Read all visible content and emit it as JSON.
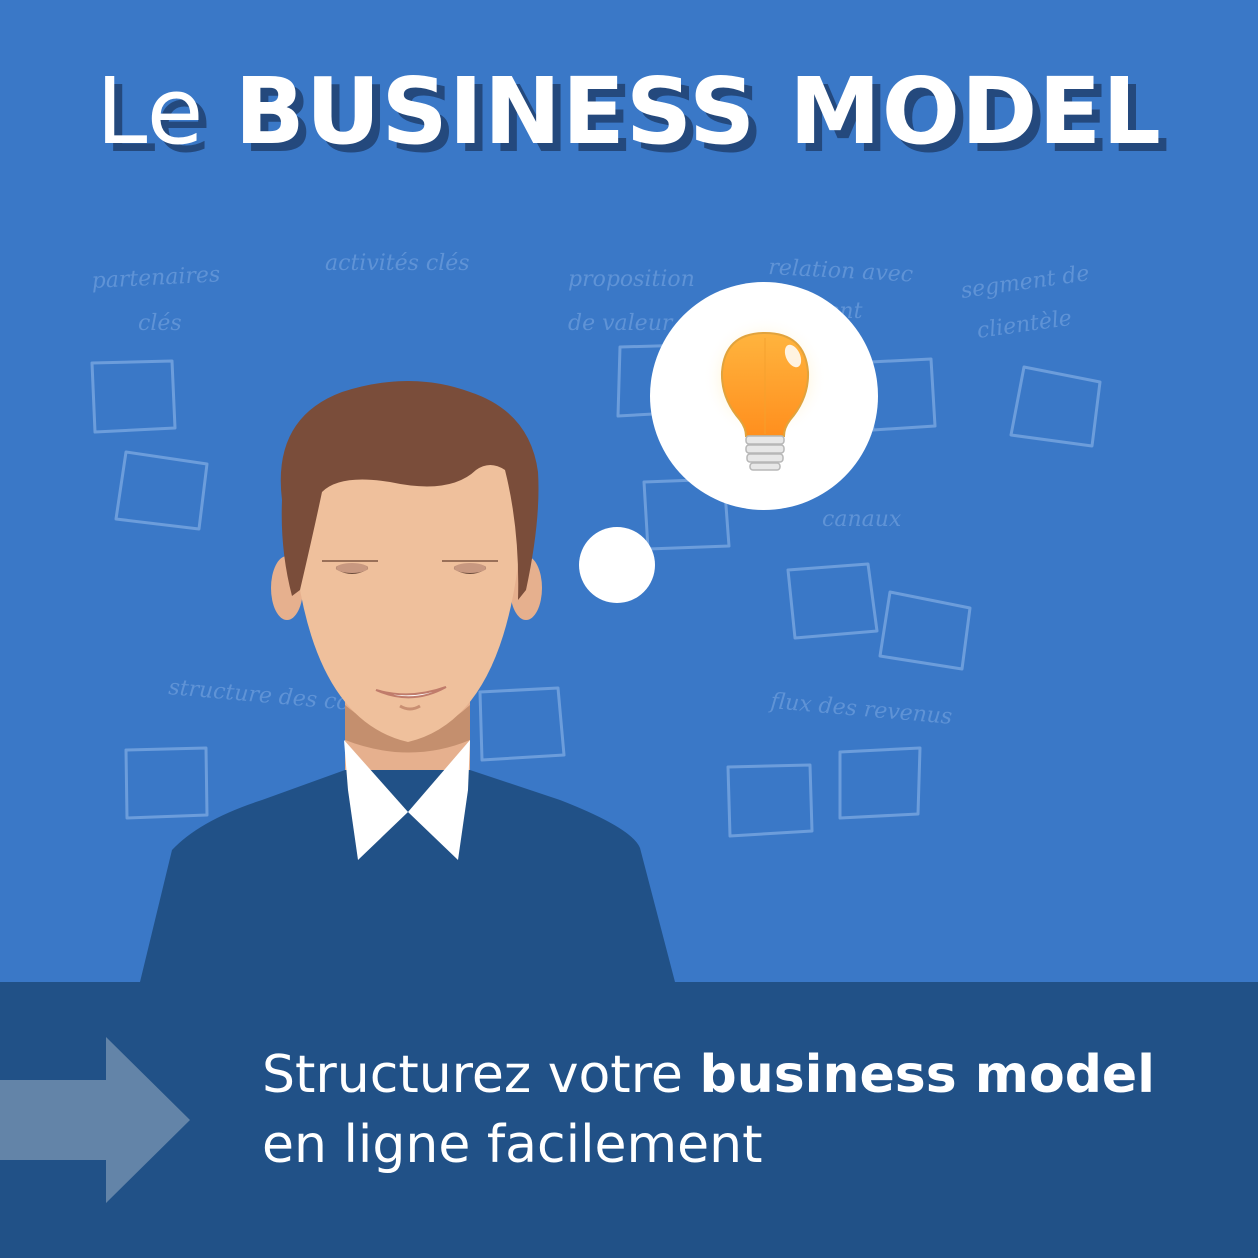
{
  "title": {
    "prefix": "Le",
    "emphasis": "BUSINESS MODEL"
  },
  "canvas_labels": [
    {
      "text": "partenaires"
    },
    {
      "text": "clés"
    },
    {
      "text": "activités clés"
    },
    {
      "text": "proposition"
    },
    {
      "text": "de valeur"
    },
    {
      "text": "relation avec"
    },
    {
      "text": "client"
    },
    {
      "text": "segment de"
    },
    {
      "text": "clientèle"
    },
    {
      "text": "canaux"
    },
    {
      "text": "structure des coûts"
    },
    {
      "text": "flux des revenus"
    }
  ],
  "illustration": {
    "person": "businessman",
    "thought_icon": "lightbulb-icon"
  },
  "tagline": {
    "line1_normal": "Structurez votre ",
    "line1_bold": "business model",
    "line2": "en ligne facilement"
  },
  "colors": {
    "background": "#3a78c7",
    "banner": "#215187",
    "arrow": "#6384a8",
    "title_shadow": "#24497d",
    "text": "#ffffff"
  }
}
